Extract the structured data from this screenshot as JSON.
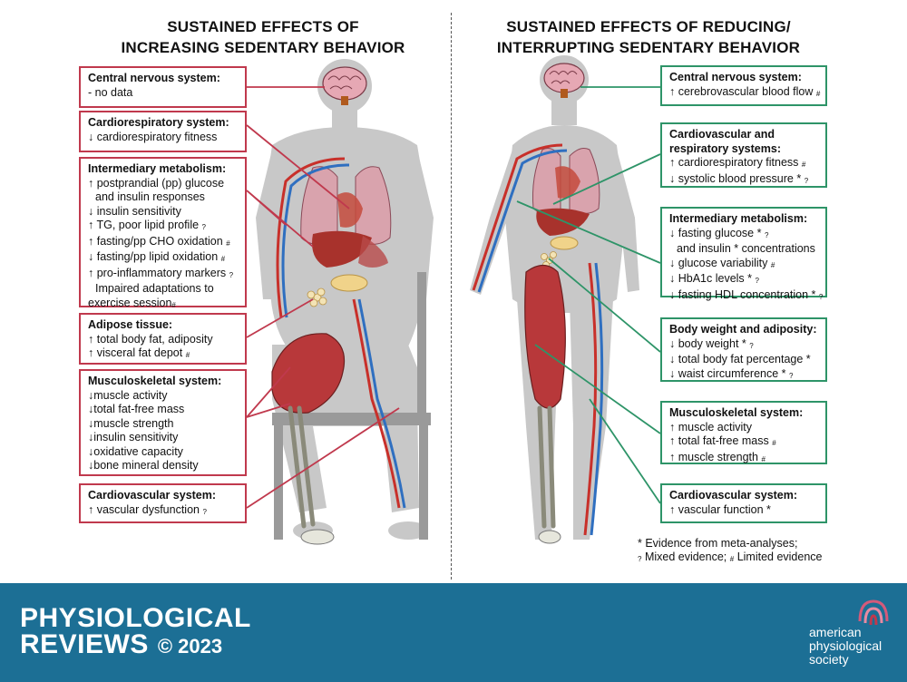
{
  "left_title": [
    "SUSTAINED EFFECTS OF",
    "INCREASING SEDENTARY BEHAVIOR"
  ],
  "right_title": [
    "SUSTAINED EFFECTS OF REDUCING/",
    "INTERRUPTING SEDENTARY BEHAVIOR"
  ],
  "marker_mixed": "?",
  "marker_limited": "#",
  "left_boxes": {
    "cns": {
      "heading": "Central nervous system:",
      "lines": [
        "- no data"
      ]
    },
    "cardioresp": {
      "heading": "Cardiorespiratory system:",
      "lines": [
        "↓ cardiorespiratory fitness"
      ]
    },
    "metabolism": {
      "heading": "Intermediary metabolism:",
      "lines": [
        "↑ postprandial (pp) glucose",
        "and insulin responses",
        "↓ insulin sensitivity",
        "↑ TG, poor lipid profile",
        "↑ fasting/pp CHO oxidation",
        "↓ fasting/pp lipid oxidation",
        "↑ pro-inflammatory markers",
        "Impaired adaptations to",
        "exercise session"
      ]
    },
    "adipose": {
      "heading": "Adipose tissue:",
      "lines": [
        "↑ total body fat, adiposity",
        "↑ visceral fat depot"
      ]
    },
    "musculo": {
      "heading": "Musculoskeletal system:",
      "lines": [
        "↓muscle activity",
        "↓total fat-free mass",
        "↓muscle strength",
        "↓insulin sensitivity",
        "↓oxidative capacity",
        "↓bone mineral density"
      ]
    },
    "cardiovascular": {
      "heading": "Cardiovascular system:",
      "lines": [
        "↑ vascular dysfunction"
      ]
    }
  },
  "right_boxes": {
    "cns": {
      "heading": "Central nervous system:",
      "lines": [
        "↑ cerebrovascular blood flow"
      ]
    },
    "cardioresp": {
      "heading": [
        "Cardiovascular and",
        "respiratory systems:"
      ],
      "lines": [
        "↑ cardiorespiratory fitness",
        "↓ systolic blood pressure *"
      ]
    },
    "metabolism": {
      "heading": "Intermediary metabolism:",
      "lines": [
        "↓ fasting glucose *",
        "and insulin * concentrations",
        "↓ glucose variability",
        "↓ HbA1c levels *",
        "↓ fasting HDL concentration *"
      ]
    },
    "bodyweight": {
      "heading": "Body weight and adiposity:",
      "lines": [
        "↓ body weight *",
        "↓ total body fat percentage *",
        "↓ waist circumference *"
      ]
    },
    "musculo": {
      "heading": "Musculoskeletal system:",
      "lines": [
        "↑ muscle activity",
        "↑ total fat-free mass",
        "↑ muscle strength"
      ]
    },
    "cardiovascular": {
      "heading": "Cardiovascular system:",
      "lines": [
        "↑ vascular function *"
      ]
    }
  },
  "legend": {
    "line1": "* Evidence from meta-analyses;",
    "line2a": "Mixed evidence;",
    "line2b": "Limited evidence"
  },
  "footer": {
    "journal_line1": "PHYSIOLOGICAL",
    "journal_line2": "REVIEWS",
    "copyright": "© 2023",
    "society": [
      "american",
      "physiological",
      "society"
    ]
  },
  "colors": {
    "red_border": "#c0394d",
    "green_border": "#2e9468",
    "footer_bg": "#1c6f95",
    "silhouette": "#c8c8c8",
    "muscle": "#b8383a",
    "artery": "#c8302a",
    "vein": "#2f6fc0"
  }
}
